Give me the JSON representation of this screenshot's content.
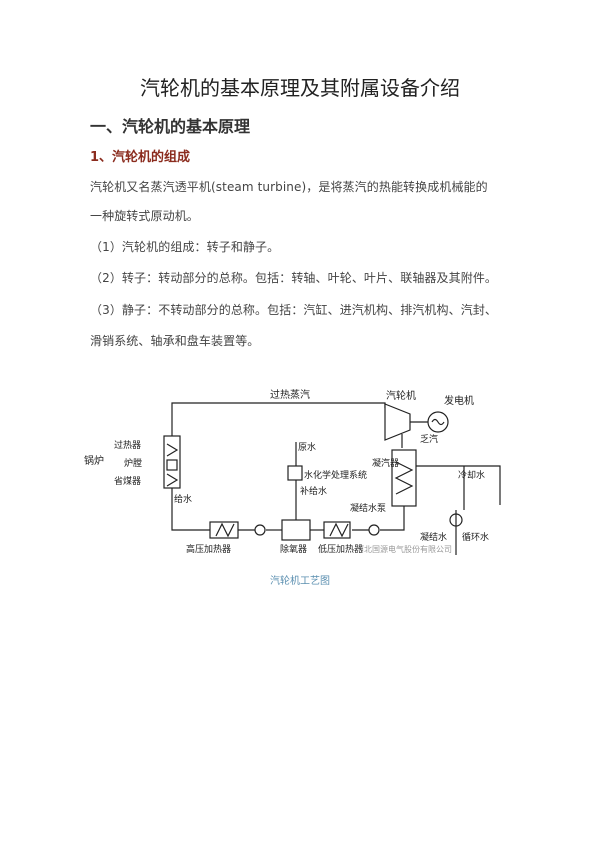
{
  "title": "汽轮机的基本原理及其附属设备介绍",
  "section1": "一、汽轮机的基本原理",
  "subsection1": "1、汽轮机的组成",
  "paragraphs": [
    "汽轮机又名蒸汽透平机(steam turbine)，是将蒸汽的热能转换成机械能的",
    "一种旋转式原动机。",
    "（1）汽轮机的组成：转子和静子。",
    "（2）转子：转动部分的总称。包括：转轴、叶轮、叶片、联轴器及其附件。",
    "（3）静子：不转动部分的总称。包括：汽缸、进汽机构、排汽机构、汽封、",
    "滑销系统、轴承和盘车装置等。"
  ],
  "diagram": {
    "superheated_steam": "过热蒸汽",
    "turbine": "汽轮机",
    "generator": "发电机",
    "boiler": "锅炉",
    "superheater": "过热器",
    "furnace": "炉膛",
    "economizer": "省煤器",
    "feedwater": "给水",
    "raw_water": "原水",
    "water_treatment": "水化学处理系统",
    "makeup_water": "补给水",
    "exhaust": "乏汽",
    "condenser": "凝汽器",
    "cooling_water": "冷却水",
    "condensate_pump": "凝结水泵",
    "condensate": "凝结水",
    "circulating_pump": "循环水",
    "hp_heater": "高压加热器",
    "deaerator": "除氧器",
    "lp_heater": "低压加热器",
    "watermark": "河北国源电气股份有限公司"
  },
  "caption": "汽轮机工艺图"
}
